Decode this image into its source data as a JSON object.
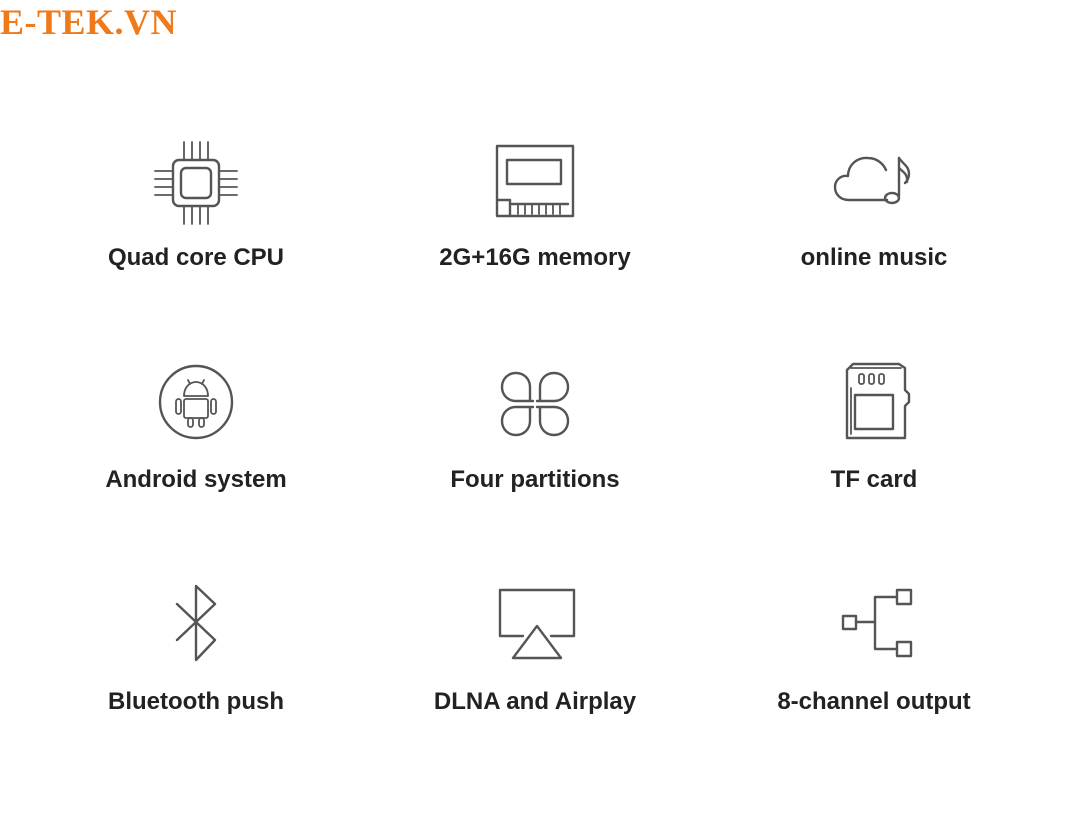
{
  "brand": {
    "logo_text": "E-TEK.VN",
    "logo_color": "#f07a1a"
  },
  "features": [
    {
      "label": "Quad core CPU",
      "icon": "cpu-chip-icon"
    },
    {
      "label": "2G+16G memory",
      "icon": "memory-module-icon"
    },
    {
      "label": "online music",
      "icon": "cloud-music-icon"
    },
    {
      "label": "Android system",
      "icon": "android-icon"
    },
    {
      "label": "Four partitions",
      "icon": "four-petal-partitions-icon"
    },
    {
      "label": "TF card",
      "icon": "sd-card-icon"
    },
    {
      "label": "Bluetooth push",
      "icon": "bluetooth-icon"
    },
    {
      "label": "DLNA and Airplay",
      "icon": "airplay-icon"
    },
    {
      "label": "8-channel output",
      "icon": "channel-output-icon"
    }
  ],
  "colors": {
    "icon_stroke": "#555555",
    "label_text": "#222222",
    "background": "#ffffff"
  }
}
